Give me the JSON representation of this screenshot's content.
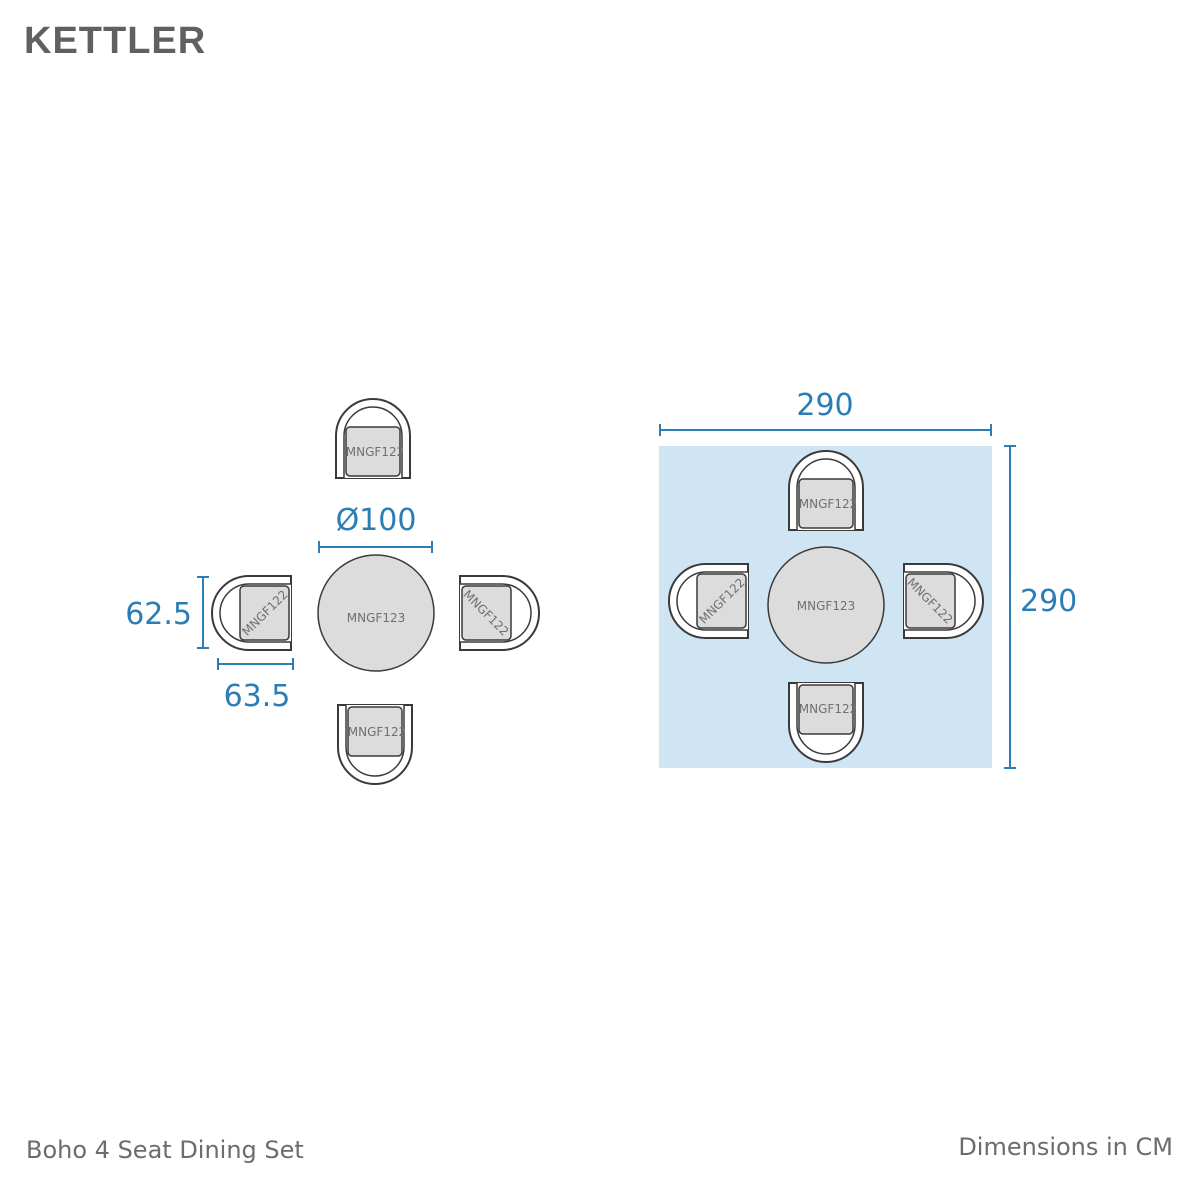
{
  "brand": {
    "logo_text": "KETTLER"
  },
  "footer": {
    "product_name": "Boho 4 Seat Dining Set",
    "units_note": "Dimensions in CM"
  },
  "colors": {
    "dimension_blue": "#2b7db5",
    "area_fill": "#cfe5f3",
    "furniture_fill": "#dcdcdc",
    "outline": "#3a3a3a",
    "brand_grey": "#5f6062"
  },
  "left_plan": {
    "table_diameter_label": "Ø100",
    "chair_depth_label": "62.5",
    "chair_width_label": "63.5",
    "table_code": "MNGF123",
    "chair_code": "MNGF122"
  },
  "right_plan": {
    "area_width_label": "290",
    "area_depth_label": "290",
    "table_code": "MNGF123",
    "chair_code": "MNGF122"
  }
}
